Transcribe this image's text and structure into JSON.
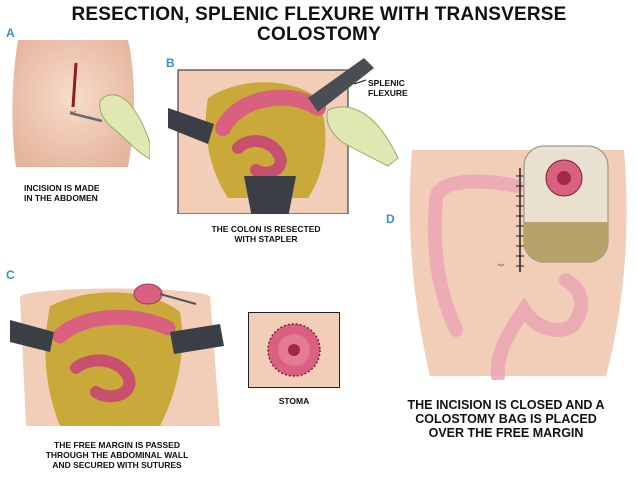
{
  "title": {
    "line1": "RESECTION, SPLENIC FLEXURE WITH TRANSVERSE",
    "line2": "COLOSTOMY"
  },
  "panels": {
    "a": {
      "letter": "A",
      "caption_line1": "INCISION IS MADE",
      "caption_line2": "IN THE ABDOMEN"
    },
    "b": {
      "letter": "B",
      "label_line1": "SPLENIC",
      "label_line2": "FLEXURE",
      "caption_line1": "THE COLON IS RESECTED",
      "caption_line2": "WITH STAPLER"
    },
    "c": {
      "letter": "C",
      "caption_line1": "THE FREE MARGIN IS PASSED",
      "caption_line2": "THROUGH THE ABDOMINAL WALL",
      "caption_line3": "AND SECURED WITH SUTURES"
    },
    "stoma": {
      "caption": "STOMA"
    },
    "d": {
      "letter": "D",
      "caption_line1": "THE INCISION IS CLOSED AND A",
      "caption_line2": "COLOSTOMY BAG IS PLACED",
      "caption_line3": "OVER THE FREE MARGIN"
    }
  },
  "colors": {
    "skin": "#f2cdb8",
    "colon": "#d9607e",
    "fat": "#c9a93a",
    "glove": "#dfe8b0",
    "instrument": "#3b3f45",
    "letters": "#3a8fd0"
  }
}
